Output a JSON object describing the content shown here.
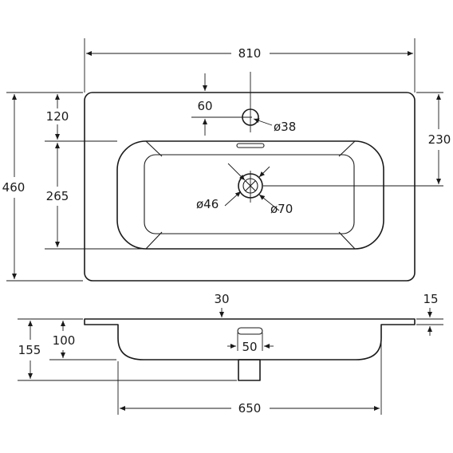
{
  "top_view": {
    "overall_width": "810",
    "overall_depth": "460",
    "edge_to_mixer_axis": "120",
    "mixer_offset": "60",
    "mixer_hole": "ø38",
    "edge_to_drain_axis": "230",
    "bowl_depth": "265",
    "drain_inner": "ø46",
    "drain_outer": "ø70"
  },
  "side_view": {
    "rim_offset": "30",
    "rim_thickness": "15",
    "height_total": "155",
    "height_bowl": "100",
    "overflow_width": "50",
    "bowl_width": "650"
  }
}
